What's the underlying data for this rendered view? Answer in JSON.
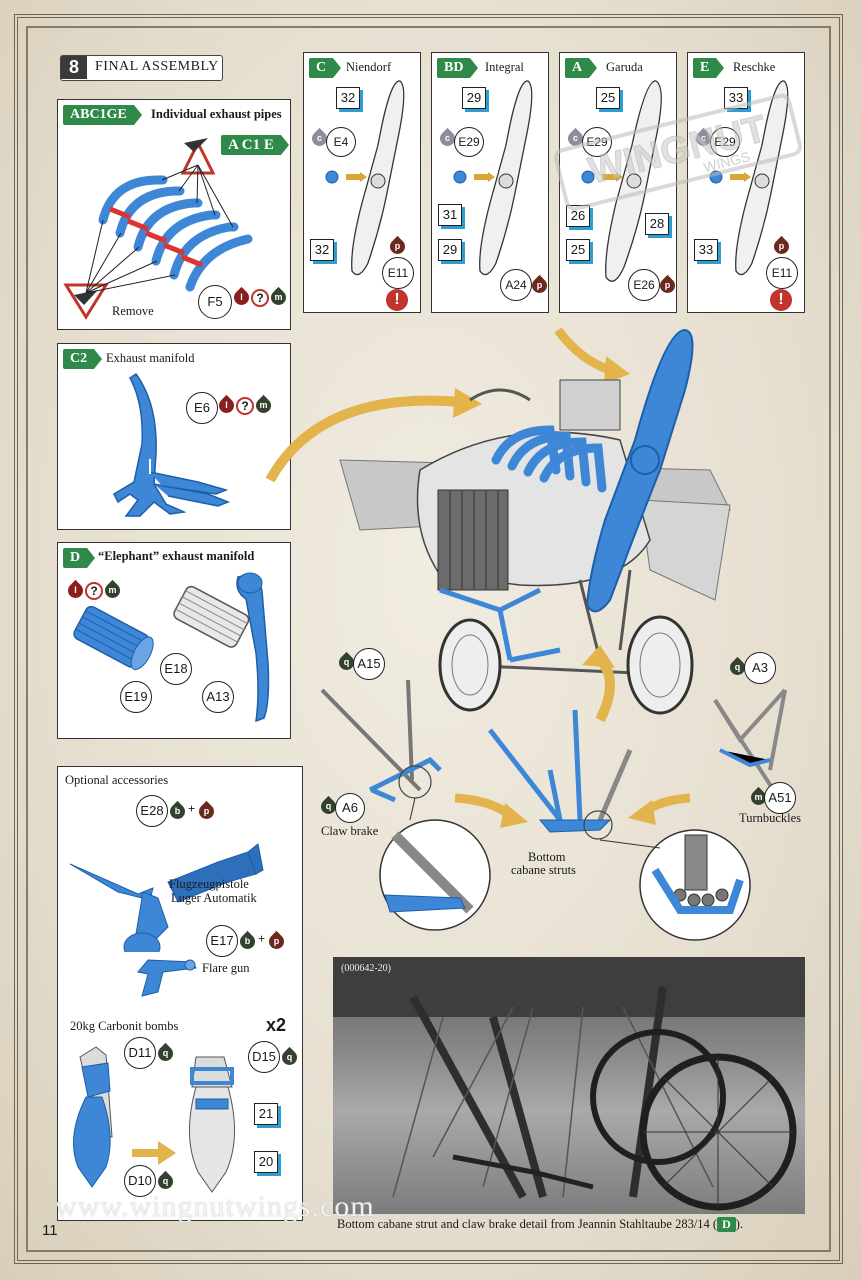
{
  "step": {
    "number": "8",
    "title": "FINAL ASSEMBLY"
  },
  "exhaust_pipes": {
    "tag": "ABC1GE",
    "title": "Individual exhaust pipes",
    "sub_tag": "A C1 E",
    "remove_label": "Remove",
    "part": "F5",
    "paints": [
      "l",
      "?",
      "m"
    ]
  },
  "manifold": {
    "tag": "C2",
    "title": "Exhaust manifold",
    "part": "E6",
    "paints": [
      "l",
      "?",
      "m"
    ]
  },
  "elephant": {
    "tag": "D",
    "title": "“Elephant” exhaust manifold",
    "paints": [
      "l",
      "?",
      "m"
    ],
    "parts": [
      "E18",
      "E19",
      "A13"
    ]
  },
  "propellers": [
    {
      "tag": "C",
      "name": "Niendorf",
      "top": "32",
      "bottom": "32",
      "spinner": "E4",
      "part": "E11",
      "paint": "p",
      "warn": true
    },
    {
      "tag": "BD",
      "name": "Integral",
      "top": "29",
      "bottom": "29",
      "spinner": "E29",
      "extra": "31",
      "part": "A24",
      "paint": "p",
      "warn": false
    },
    {
      "tag": "A",
      "name": "Garuda",
      "top": "25",
      "bottom": "25",
      "spinner": "E29",
      "extra": "26",
      "extra2": "28",
      "part": "E26",
      "paint": "p",
      "warn": false
    },
    {
      "tag": "E",
      "name": "Reschke",
      "top": "33",
      "bottom": "33",
      "spinner": "E29",
      "part": "E11",
      "paint": "p",
      "warn": true
    }
  ],
  "spinner_paint": "c",
  "accessories": {
    "title": "Optional accessories",
    "luger_part": "E28",
    "luger_paints": [
      "b",
      "+",
      "p"
    ],
    "luger_label_1": "Flugzeugpistole",
    "luger_label_2": "Luger Automatik",
    "flare_part": "E17",
    "flare_paints": [
      "b",
      "+",
      "p"
    ],
    "flare_label": "Flare gun",
    "bombs_label": "20kg Carbonit bombs",
    "bombs_qty": "x2",
    "bomb_parts": {
      "d11": "D11",
      "d10": "D10",
      "d15": "D15",
      "p21": "21",
      "p20": "20"
    },
    "bomb_paint": "q"
  },
  "struts": {
    "a15": "A15",
    "a15_paint": "q",
    "a6": "A6",
    "a6_paint": "q",
    "claw": "Claw brake",
    "a3": "A3",
    "a3_paint": "q",
    "a51": "A51",
    "a51_paint": "m",
    "turnbuckles": "Turnbuckles",
    "bottom_1": "Bottom",
    "bottom_2": "cabane struts"
  },
  "photo": {
    "ref": "(000642-20)",
    "caption": "Bottom cabane strut and claw brake detail from Jeannin Stahltaube 283/14 (",
    "caption_tag": "D",
    "caption_end": ")."
  },
  "watermark": {
    "line1": "WINGNUT",
    "line2": "WINGS"
  },
  "site": "www.wingnutwings.com",
  "page_number": "11",
  "colors": {
    "part_blue": "#3d87d6",
    "frame_green": "#2f8a4a",
    "highlight_blue": "#2a9fd6"
  }
}
